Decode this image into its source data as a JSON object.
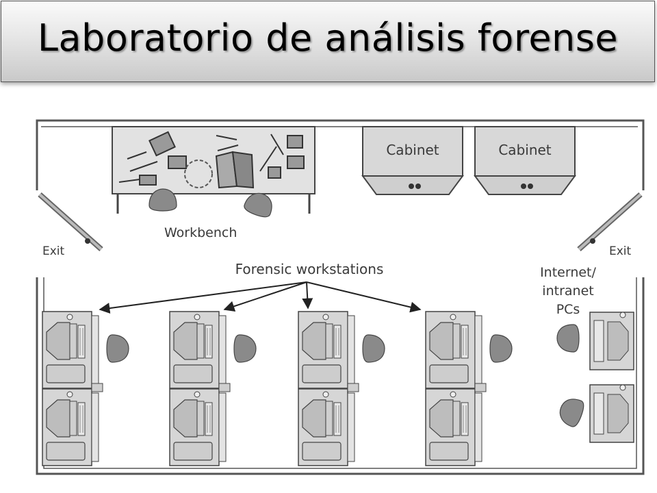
{
  "title": "Laboratorio de análisis forense",
  "labels": {
    "workbench": "Workbench",
    "cabinet_1": "Cabinet",
    "cabinet_2": "Cabinet",
    "exit_left": "Exit",
    "exit_right": "Exit",
    "forensic_workstations": "Forensic workstations",
    "internet_pcs": [
      "Internet/",
      "intranet",
      "PCs"
    ]
  }
}
